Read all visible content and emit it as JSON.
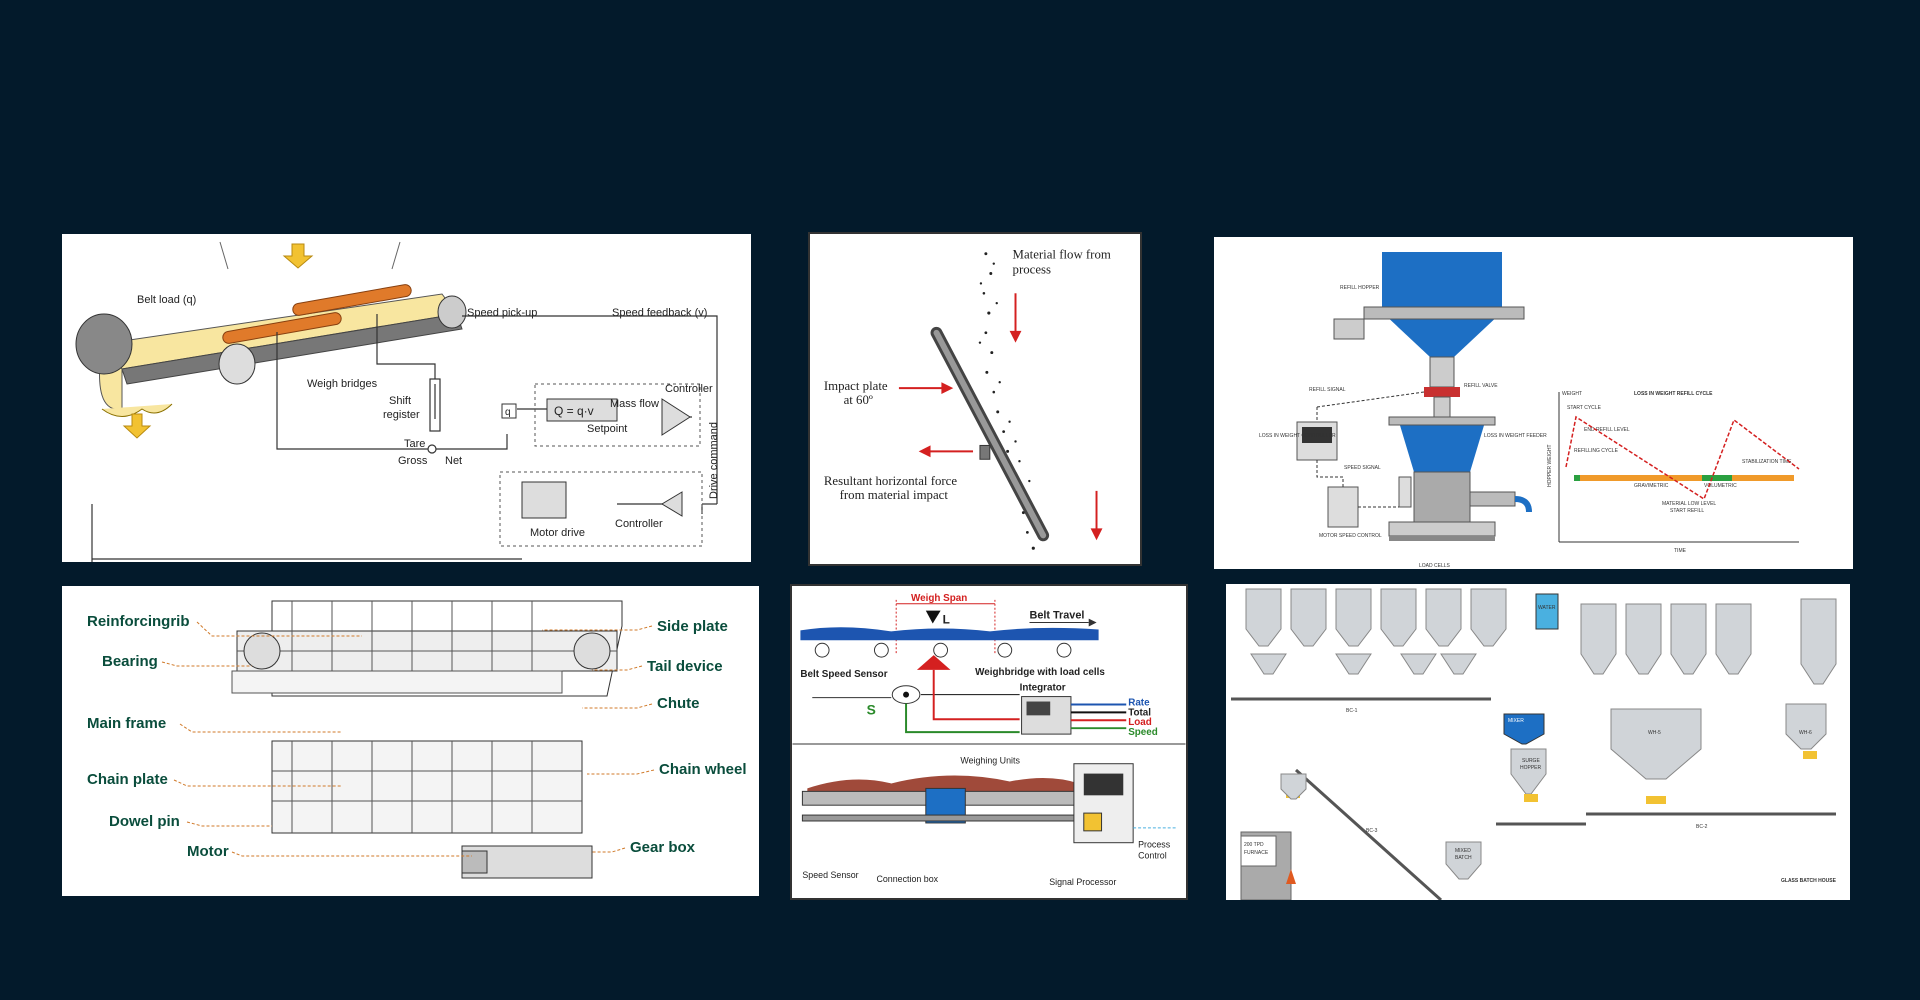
{
  "belt_scale": {
    "belt_load": "Belt load (q)",
    "speed_pickup": "Speed pick-up",
    "speed_feedback": "Speed feedback (v)",
    "weigh_bridges": "Weigh bridges",
    "shift_register": "Shift\nregister",
    "shift": "Shift",
    "register": "register",
    "tare": "Tare",
    "gross": "Gross",
    "net": "Net",
    "q_box": "q",
    "formula": "Q = q·v",
    "mass_flow": "Mass flow",
    "setpoint": "Setpoint",
    "controller_top": "Controller",
    "drive_command": "Drive command",
    "controller_bottom": "Controller",
    "motor_drive": "Motor drive"
  },
  "impact_plate": {
    "material_flow_1": "Material flow from",
    "material_flow_2": "process",
    "plate_1": "Impact plate",
    "plate_2": "at 60º",
    "force_1": "Resultant horizontal force",
    "force_2": "from material impact"
  },
  "loss_in_weight": {
    "refill_hopper": "REFILL HOPPER",
    "refill_signal": "REFILL SIGNAL",
    "refill_valve": "REFILL VALVE",
    "liw_controller": "LOSS IN WEIGHT CONTROLLER",
    "liw_feeder": "LOSS IN WEIGHT FEEDER",
    "speed_signal": "SPEED SIGNAL",
    "motor_speed_control": "MOTOR SPEED CONTROL",
    "load_cells": "LOAD CELLS",
    "chart_title": "LOSS IN WEIGHT REFILL CYCLE",
    "y_label": "HOPPER WEIGHT",
    "x_label": "TIME",
    "weight": "WEIGHT",
    "start_cycle": "START CYCLE",
    "end_refill": "END REFILL LEVEL",
    "refilling_cycle": "REFILLING CYCLE",
    "stabilization": "STABILIZATION TIME",
    "gravimetric": "GRAVIMETRIC",
    "volumetric": "VOLUMETRIC",
    "low_level": "MATERIAL LOW LEVEL",
    "start_refill": "START REFILL"
  },
  "chain_feeder": {
    "reinforcing_rib": "Reinforcingrib",
    "bearing": "Bearing",
    "main_frame": "Main frame",
    "chain_plate": "Chain plate",
    "dowel_pin": "Dowel pin",
    "motor": "Motor",
    "side_plate": "Side plate",
    "tail_device": "Tail device",
    "chute": "Chute",
    "chain_wheel": "Chain wheel",
    "gear_box": "Gear box"
  },
  "weighbridge": {
    "weigh_span": "Weigh Span",
    "load_symbol": "L",
    "belt_travel": "Belt Travel",
    "belt_speed_sensor": "Belt Speed Sensor",
    "weighbridge_cells": "Weighbridge with load cells",
    "s_symbol": "S",
    "integrator": "Integrator",
    "rate": "Rate",
    "total": "Total",
    "load": "Load",
    "speed": "Speed",
    "weighing_units": "Weighing Units",
    "speed_sensor": "Speed Sensor",
    "connection_box": "Connection box",
    "signal_processor": "Signal Processor",
    "process_control_1": "Process",
    "process_control_2": "Control"
  },
  "batch_house": {
    "water": "WATER",
    "mixer": "MIXER",
    "surge_hopper_1": "SURGE",
    "surge_hopper_2": "HOPPER",
    "wh5": "WH-5",
    "wh6": "WH-6",
    "mixed_batch_1": "MIXED",
    "mixed_batch_2": "BATCH",
    "furnace_1": "200 TPD",
    "furnace_2": "FURNACE",
    "title": "GLASS BATCH HOUSE",
    "bc1": "BC-1",
    "bc2": "BC-2",
    "bc3": "BC-3"
  },
  "colors": {
    "background": "#031a2b",
    "blue_equipment": "#1d6fc4",
    "arrow_red": "#d42020"
  }
}
